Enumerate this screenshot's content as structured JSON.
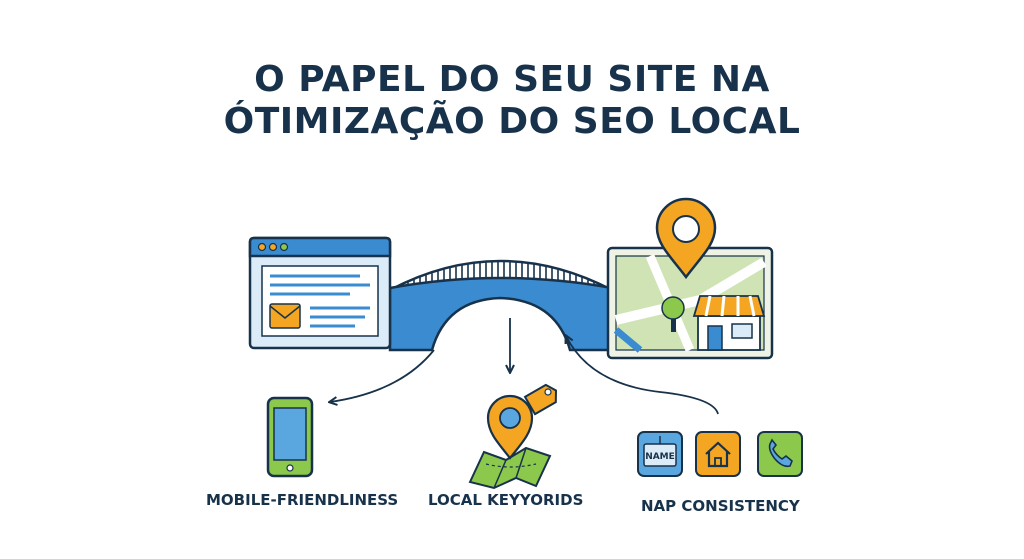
{
  "title": {
    "line1": "O PAPEL DO SEU SITE NA",
    "line2": "ÓTIMIZAÇÃO DO SEO LOCAL"
  },
  "labels": {
    "mobile": "MOBILE-FRIENDLINESS",
    "keywords": "LOCAL KEYYORIDS",
    "nap": "NAP CONSISTENCY"
  },
  "name_tag": "NAME",
  "icons": [
    "browser-window-icon",
    "bridge-icon",
    "map-pin-icon",
    "storefront-icon",
    "smartphone-icon",
    "keyword-tag-icon",
    "name-tag-icon",
    "house-icon",
    "phone-icon"
  ],
  "colors": {
    "title": "#17324a",
    "blue": "#3b8bd0",
    "light_blue": "#dcebf8",
    "orange": "#f4a623",
    "green": "#8cc84b"
  }
}
